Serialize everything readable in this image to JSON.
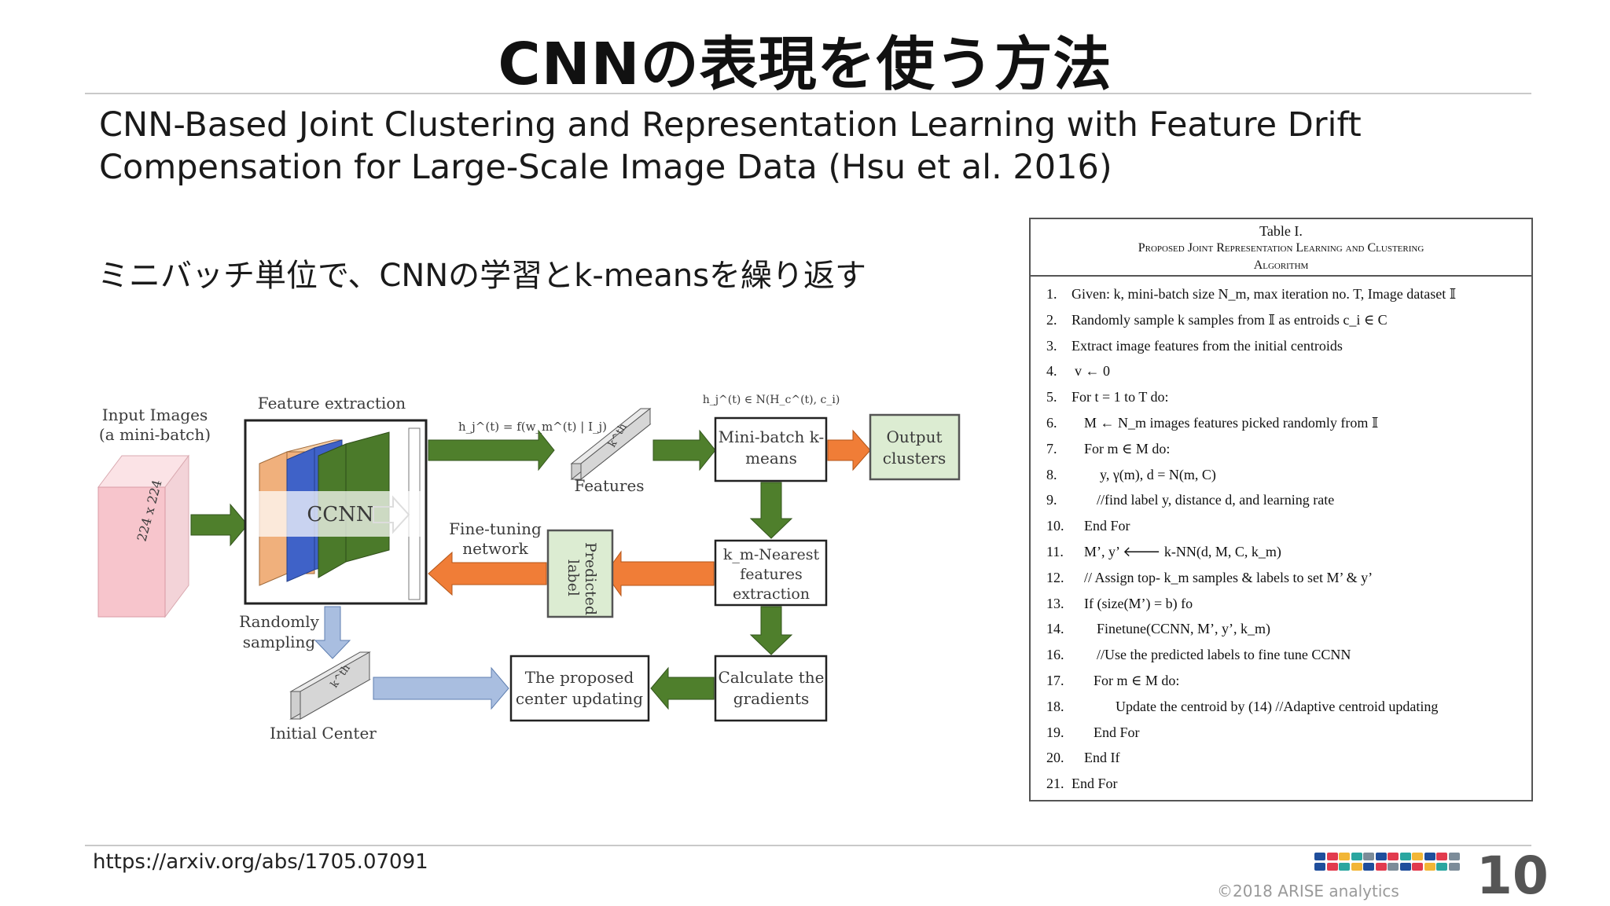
{
  "slide": {
    "title": "CNNの表現を使う方法",
    "paper_title": "CNN-Based Joint Clustering and Representation Learning with Feature Drift Compensation for Large-Scale Image Data (Hsu et al. 2016)",
    "subtitle": "ミニバッチ単位で、CNNの学習とk-meansを繰り返す",
    "url": "https://arxiv.org/abs/1705.07091",
    "copyright": "©2018 ARISE analytics",
    "page_number": "10"
  },
  "diagram": {
    "input_images": "Input Images",
    "input_images_sub": "(a mini-batch)",
    "input_size": "224 x 224",
    "feature_extraction": "Feature extraction",
    "ccnn": "CCNN",
    "h_formula": "h_j^(t) = f(w_m^(t) | I_j)",
    "features": "Features",
    "kth": "k^th",
    "h_membership": "h_j^(t) ∈ N(H_c^(t), c_i)",
    "minibatch_kmeans_1": "Mini-batch k-",
    "minibatch_kmeans_2": "means",
    "output_clusters_1": "Output",
    "output_clusters_2": "clusters",
    "fine_tuning_1": "Fine-tuning",
    "fine_tuning_2": "network",
    "predicted_label_1": "Predicted",
    "predicted_label_2": "label",
    "knn_1": "k_m-Nearest",
    "knn_2": "features",
    "knn_3": "extraction",
    "random_sampling_1": "Randomly",
    "random_sampling_2": "sampling",
    "initial_center": "Initial Center",
    "proposed_1": "The proposed",
    "proposed_2": "center updating",
    "gradients_1": "Calculate the",
    "gradients_2": "gradients",
    "colors": {
      "green": "#4f7f2c",
      "orange": "#f07d37",
      "blue_arrow": "#a9bee0",
      "pink": "#f7c5cc",
      "layer_orange": "#f0b07c",
      "layer_blue": "#3f62c8",
      "layer_green": "#4b7a2a"
    }
  },
  "algorithm": {
    "title_line1": "Table I.",
    "title_line2": "Proposed Joint Representation Learning and Clustering",
    "title_line3": "Algorithm",
    "steps": [
      {
        "num": "1.",
        "text": "Given: k, mini-batch size N_m, max iteration no. T, Image dataset 𝕀"
      },
      {
        "num": "2.",
        "text": "Randomly sample k samples from  𝕀  as entroids c_i ∈ C"
      },
      {
        "num": "3.",
        "text": "Extract image features from the initial centroids"
      },
      {
        "num": "4.",
        "text": "v ← 0"
      },
      {
        "num": "5.",
        "text": "For t = 1 to T do:"
      },
      {
        "num": "6.",
        "text": "M ← N_m  images features picked randomly from 𝕀"
      },
      {
        "num": "7.",
        "text": "For  m ∈ M  do:"
      },
      {
        "num": "8.",
        "text": "y, γ(m), d = N(m, C)"
      },
      {
        "num": "9.",
        "text": "//find label y, distance d, and learning rate"
      },
      {
        "num": "10.",
        "text": "End For"
      },
      {
        "num": "11.",
        "text": "M’, y’ 🡐 k-NN(d, M, C,  k_m)"
      },
      {
        "num": "12.",
        "text": "// Assign top- k_m samples & labels to set M’ & y’"
      },
      {
        "num": "13.",
        "text": "If (size(M’) = b) fo"
      },
      {
        "num": "14.",
        "text": "Finetune(CCNN, M’,  y’, k_m)"
      },
      {
        "num": "16.",
        "text": "//Use the predicted labels to fine tune CCNN"
      },
      {
        "num": "17.",
        "text": "For  m ∈ M  do:"
      },
      {
        "num": "18.",
        "text": "Update the centroid by (14)  //Adaptive centroid updating"
      },
      {
        "num": "19.",
        "text": "End For"
      },
      {
        "num": "20.",
        "text": "End If"
      },
      {
        "num": "21.",
        "text": "End For"
      }
    ]
  }
}
